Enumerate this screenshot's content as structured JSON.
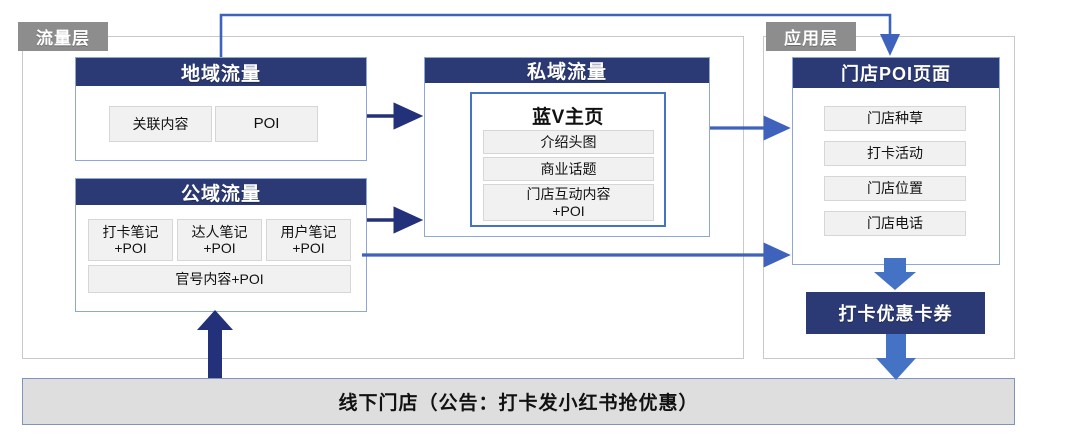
{
  "diagram": {
    "layers": [
      {
        "id": "traffic",
        "label": "流量层"
      },
      {
        "id": "application",
        "label": "应用层"
      }
    ],
    "panels": [
      {
        "id": "regional-traffic",
        "title": "地域流量",
        "items": [
          "关联内容",
          "POI"
        ]
      },
      {
        "id": "public-traffic",
        "title": "公域流量",
        "items": [
          "打卡笔记\n+POI",
          "达人笔记\n+POI",
          "用户笔记\n+POI",
          "官号内容+POI"
        ]
      },
      {
        "id": "private-traffic",
        "title": "私域流量",
        "inner_title": "蓝V主页",
        "items": [
          "介绍头图",
          "商业话题",
          "门店互动内容\n+POI"
        ]
      },
      {
        "id": "store-poi-page",
        "title": "门店POI页面",
        "items": [
          "门店种草",
          "打卡活动",
          "门店位置",
          "门店电话"
        ]
      }
    ],
    "coupon": {
      "label": "打卡优惠卡券"
    },
    "offline_store": {
      "label": "线下门店（公告：打卡发小红书抢优惠）"
    },
    "colors": {
      "header_navy": "#2b3a74",
      "accent_blue": "#4472c4",
      "arrow_navy": "#23307a",
      "chip_grey": "#f1f1f1",
      "tag_grey": "#8d8d8d",
      "bar_grey": "#dedede",
      "container_border": "#c9c9c9"
    },
    "connectors": [
      {
        "id": "regional-to-private",
        "from": "regional-traffic",
        "to": "private-traffic",
        "style": "navy-arrow"
      },
      {
        "id": "public-to-private",
        "from": "public-traffic",
        "to": "private-traffic",
        "style": "navy-arrow"
      },
      {
        "id": "regional-top-to-store",
        "from": "regional-traffic",
        "to": "store-poi-page",
        "style": "blue-route-top"
      },
      {
        "id": "private-to-store",
        "from": "private-traffic",
        "to": "store-poi-page",
        "style": "blue-arrow"
      },
      {
        "id": "public-to-store",
        "from": "public-traffic",
        "to": "store-poi-page",
        "style": "blue-long-arrow"
      },
      {
        "id": "store-to-coupon",
        "from": "store-poi-page",
        "to": "coupon",
        "style": "blue-block-down"
      },
      {
        "id": "coupon-to-offline",
        "from": "coupon",
        "to": "offline_store",
        "style": "blue-block-down"
      },
      {
        "id": "offline-to-public",
        "from": "offline_store",
        "to": "public-traffic",
        "style": "navy-block-up"
      }
    ]
  }
}
